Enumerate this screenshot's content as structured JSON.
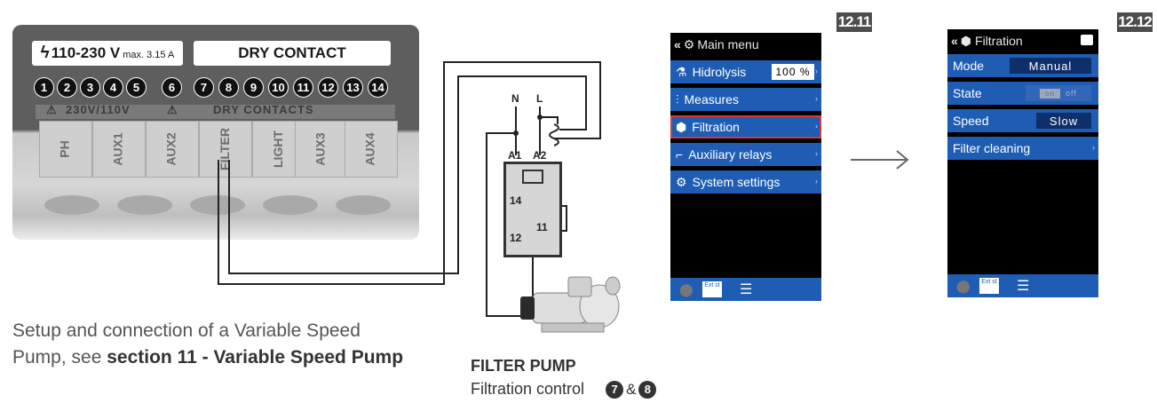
{
  "terminal": {
    "voltage_main": "110-230 V",
    "voltage_max": "max. 3.15 A",
    "dry_contact": "DRY CONTACT",
    "numbers": [
      "1",
      "2",
      "3",
      "4",
      "5",
      "6",
      "7",
      "8",
      "9",
      "10",
      "11",
      "12",
      "13",
      "14"
    ],
    "strip_voltage": "230V/110V",
    "strip_dry": "DRY CONTACTS",
    "outputs": [
      "PH",
      "AUX1",
      "AUX2",
      "FILTER",
      "LIGHT",
      "AUX3",
      "AUX4"
    ]
  },
  "wiring": {
    "n": "N",
    "l": "L",
    "a1": "A1",
    "a2": "A2",
    "t14": "14",
    "t11": "11",
    "t12": "12"
  },
  "caption": {
    "setup_line1": "Setup and connection of a Variable Speed",
    "setup_line2_prefix": "Pump, see",
    "setup_line2_bold": "section 11 - Variable Speed Pump",
    "pump_title": "FILTER PUMP",
    "pump_sub": "Filtration control",
    "pump_n1": "7",
    "pump_amp": "&",
    "pump_n2": "8"
  },
  "screen1": {
    "badge": "12.11",
    "title": "Main menu",
    "items": [
      {
        "label": "Hidrolysis",
        "value": "100 %"
      },
      {
        "label": "Measures"
      },
      {
        "label": "Filtration"
      },
      {
        "label": "Auxiliary relays"
      },
      {
        "label": "System settings"
      }
    ],
    "footer_box": "Ext st"
  },
  "screen2": {
    "badge": "12.12",
    "title": "Filtration",
    "rows": [
      {
        "label": "Mode",
        "value": "Manual"
      },
      {
        "label": "State",
        "toggle_on": "on",
        "toggle_off": "off"
      },
      {
        "label": "Speed",
        "value": "Slow"
      },
      {
        "label": "Filter cleaning"
      }
    ],
    "footer_box": "Ext st"
  },
  "colors": {
    "screen_blue": "#1f5db4",
    "selection": "#d33a3a",
    "badge": "#4d4d4d"
  }
}
